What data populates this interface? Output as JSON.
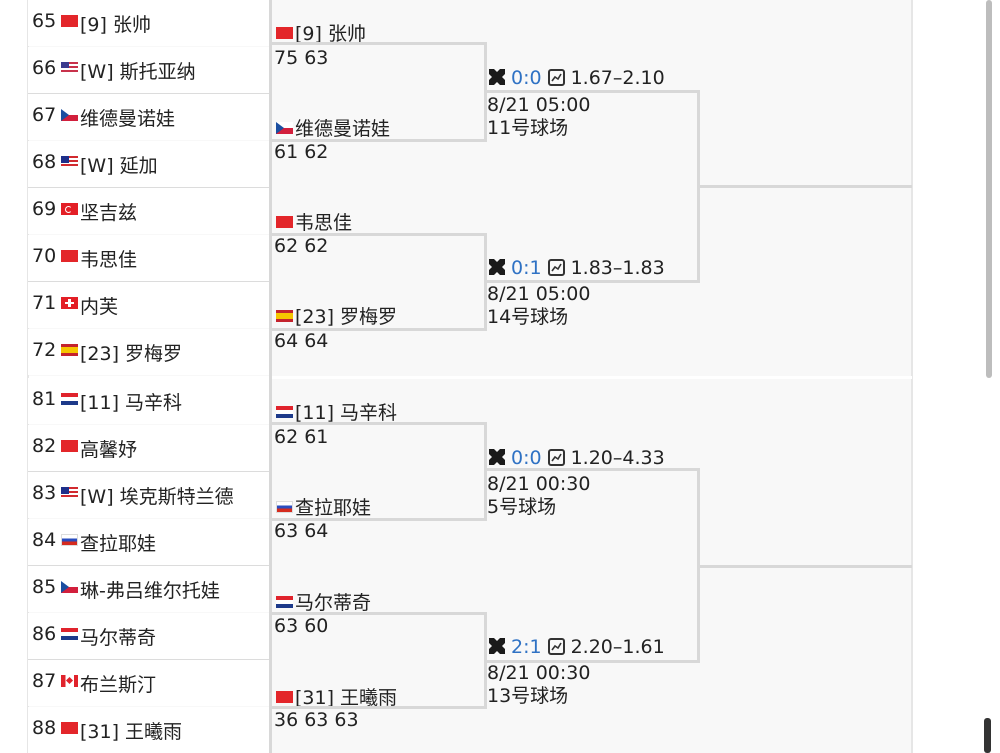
{
  "round1": [
    {
      "seed": "65",
      "flag": "cn",
      "name": "[9] 张帅"
    },
    {
      "seed": "66",
      "flag": "us",
      "name": "[W] 斯托亚纳"
    },
    {
      "seed": "67",
      "flag": "cz",
      "name": "维德曼诺娃"
    },
    {
      "seed": "68",
      "flag": "my",
      "name": "[W] 延加"
    },
    {
      "seed": "69",
      "flag": "tr",
      "name": "坚吉兹"
    },
    {
      "seed": "70",
      "flag": "cn",
      "name": "韦思佳"
    },
    {
      "seed": "71",
      "flag": "ch",
      "name": "内芙"
    },
    {
      "seed": "72",
      "flag": "es",
      "name": "[23] 罗梅罗"
    },
    {
      "seed": "81",
      "flag": "hr",
      "name": "[11] 马辛科"
    },
    {
      "seed": "82",
      "flag": "cn",
      "name": "高馨妤"
    },
    {
      "seed": "83",
      "flag": "my",
      "name": "[W] 埃克斯特兰德"
    },
    {
      "seed": "84",
      "flag": "ru",
      "name": "查拉耶娃"
    },
    {
      "seed": "85",
      "flag": "cz",
      "name": "琳-弗吕维尔托娃"
    },
    {
      "seed": "86",
      "flag": "hr",
      "name": "马尔蒂奇"
    },
    {
      "seed": "87",
      "flag": "ca",
      "name": "布兰斯汀"
    },
    {
      "seed": "88",
      "flag": "cn",
      "name": "[31] 王曦雨"
    }
  ],
  "round2": [
    {
      "flag": "cn",
      "name": "[9] 张帅",
      "score": "75 63"
    },
    {
      "flag": "cz",
      "name": "维德曼诺娃",
      "score": "61 62"
    },
    {
      "flag": "cn",
      "name": "韦思佳",
      "score": "62 62"
    },
    {
      "flag": "es",
      "name": "[23] 罗梅罗",
      "score": "64 64"
    },
    {
      "flag": "hr",
      "name": "[11] 马辛科",
      "score": "62 61"
    },
    {
      "flag": "ru",
      "name": "查拉耶娃",
      "score": "63 64"
    },
    {
      "flag": "hr",
      "name": "马尔蒂奇",
      "score": "63 60"
    },
    {
      "flag": "cn",
      "name": "[31] 王曦雨",
      "score": "36 63 63"
    }
  ],
  "matches": [
    {
      "vote": "0:0",
      "odds": "1.67–2.10",
      "time": "8/21 05:00",
      "court": "11号球场"
    },
    {
      "vote": "0:1",
      "odds": "1.83–1.83",
      "time": "8/21 05:00",
      "court": "14号球场"
    },
    {
      "vote": "0:0",
      "odds": "1.20–4.33",
      "time": "8/21 00:30",
      "court": "5号球场"
    },
    {
      "vote": "2:1",
      "odds": "2.20–1.61",
      "time": "8/21 00:30",
      "court": "13号球场"
    }
  ],
  "icons": {
    "vote": "versus-swords-icon",
    "odds": "line-chart-icon"
  },
  "colors": {
    "vote_value": "#2f72c4",
    "line": "#d8d8d8",
    "panel": "#f8f8f8"
  }
}
